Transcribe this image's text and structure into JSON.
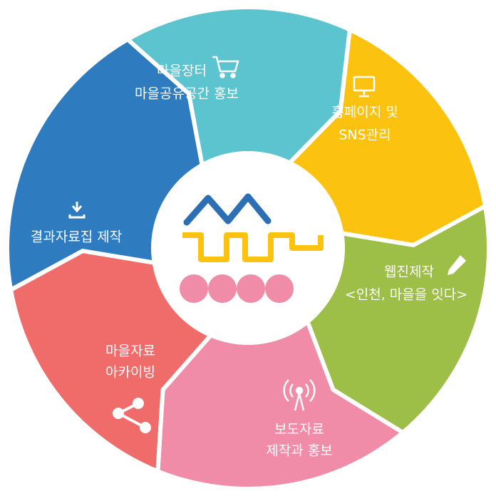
{
  "segments": [
    {
      "id": "market",
      "lines": [
        "마을장터",
        "마을공유공간 홍보"
      ],
      "color": "#5BC4CF",
      "icon": "cart-icon"
    },
    {
      "id": "homepage",
      "lines": [
        "홈페이지 및",
        "SNS관리"
      ],
      "color": "#FBC30F",
      "icon": "monitor-icon"
    },
    {
      "id": "webzine",
      "lines": [
        "웹진제작",
        "<인천, 마을을 잇다>"
      ],
      "color": "#9DBE47",
      "icon": "pencil-icon"
    },
    {
      "id": "press",
      "lines": [
        "보도자료",
        "제작과 홍보"
      ],
      "color": "#F08BA8",
      "icon": "broadcast-icon"
    },
    {
      "id": "archive",
      "lines": [
        "마을자료",
        "아카이빙"
      ],
      "color": "#EF6C6A",
      "icon": "share-icon"
    },
    {
      "id": "report",
      "lines": [
        "결과자료집 제작"
      ],
      "color": "#2E7BC0",
      "icon": "download-icon"
    }
  ],
  "logo": {
    "colors": {
      "blue": "#2C6FB5",
      "yellow": "#FBC30F",
      "pink": "#F08BA8"
    }
  }
}
